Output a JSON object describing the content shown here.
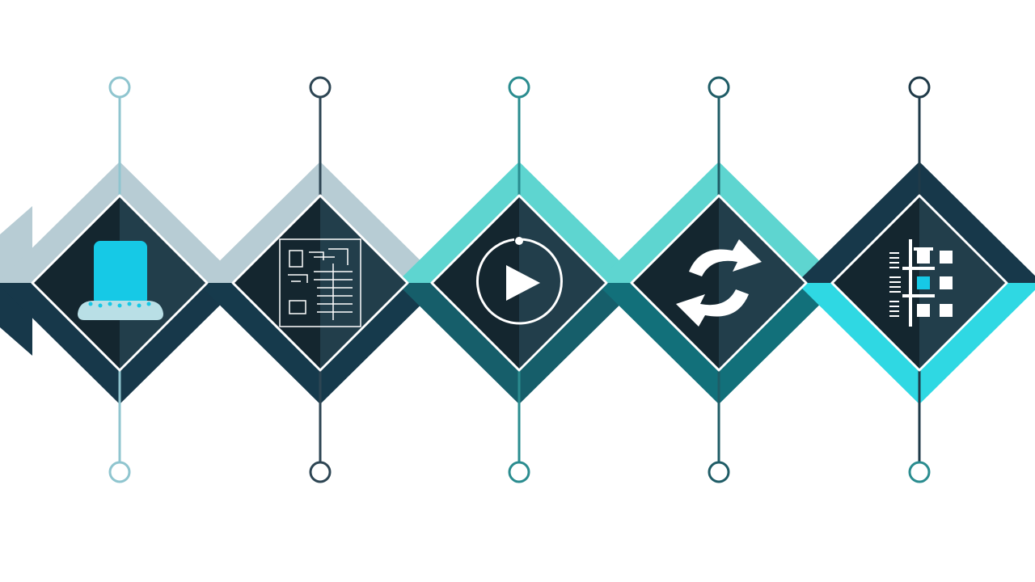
{
  "diagram": {
    "steps": [
      {
        "id": "step-1",
        "icon": "cake-icon",
        "pin_color": "#8fc5cf",
        "band_top": "#b7ccd4",
        "band_bottom": "#17384a"
      },
      {
        "id": "step-2",
        "icon": "blueprint-icon",
        "pin_color": "#2d4553",
        "band_top": "#b7ccd4",
        "band_bottom": "#163a4c"
      },
      {
        "id": "step-3",
        "icon": "play-icon",
        "pin_color": "#2a8c8f",
        "band_top": "#5ed5d0",
        "band_bottom": "#165e6a"
      },
      {
        "id": "step-4",
        "icon": "refresh-icon",
        "pin_color": "#1f5c66",
        "band_top": "#5ed5d0",
        "band_bottom": "#12707a"
      },
      {
        "id": "step-5",
        "icon": "sitemap-icon",
        "pin_color": "#1f3a48",
        "band_top": "#17384a",
        "band_bottom": "#2fd8e3"
      }
    ],
    "colors": {
      "tile_dark": "#14262f",
      "tile_light": "#24414f",
      "outline": "#ffffff",
      "accent_cyan": "#16c9e6"
    }
  }
}
